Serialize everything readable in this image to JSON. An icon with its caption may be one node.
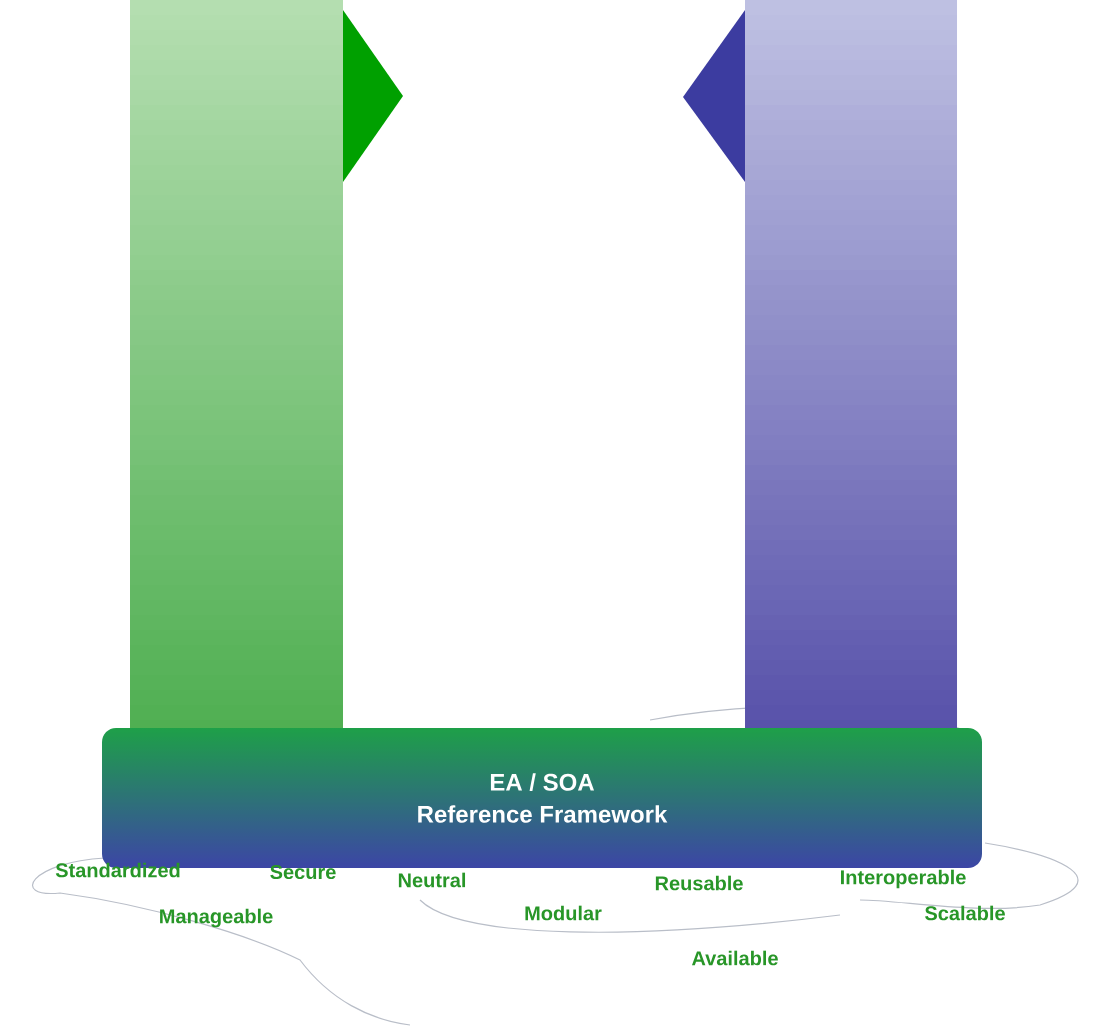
{
  "diagram": {
    "nodes": [
      {
        "text": [
          "EA / SOA",
          "Reference Framework"
        ]
      }
    ],
    "labels": [
      "Standardized",
      "Secure",
      "Neutral",
      "Reusable",
      "Interoperable",
      "Manageable",
      "Modular",
      "Scalable",
      "Available"
    ]
  }
}
